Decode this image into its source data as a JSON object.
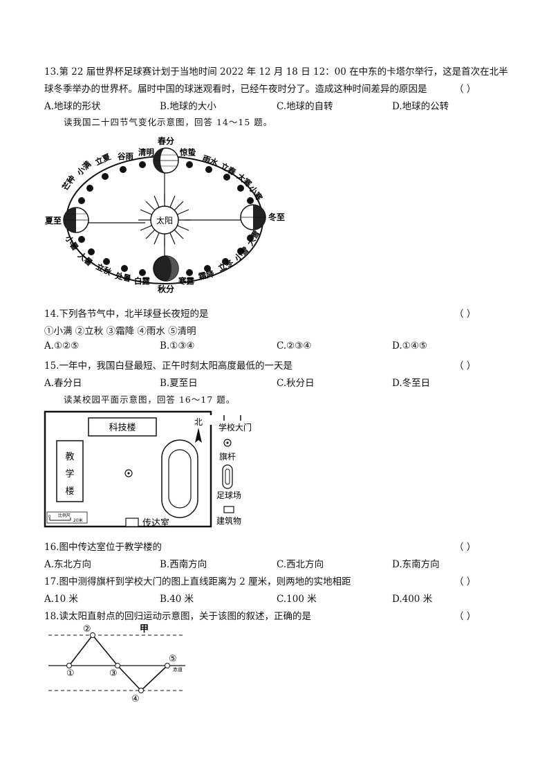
{
  "q13": {
    "line1": "13.第 22 届世界杯足球赛计划于当地时间 2022 年 12 月 18 日 12：00 在中东的卡塔尔举行，这是首次在北半",
    "line2": "球冬季举办的世界杯。届时中国的球迷观看时，已经午夜时分了。造成这种时间差异的原因是",
    "paren": "（      ）",
    "options": [
      "A.地球的形状",
      "B.地球的大小",
      "C.地球的自转",
      "D.地球的公转"
    ]
  },
  "intro1": "读我国二十四节气变化示意图，回答 14～15 题。",
  "solar_terms": {
    "sun": "太阳",
    "spring": "春分",
    "summer": "夏至",
    "autumn": "秋分",
    "winter": "冬至",
    "top_left": [
      "芒种",
      "小满",
      "立夏",
      "谷雨",
      "清明"
    ],
    "top_right": [
      "惊蛰",
      "雨水",
      "立春",
      "大寒",
      "小寒"
    ],
    "bottom_left": [
      "小暑",
      "大暑",
      "立秋",
      "处暑",
      "白露"
    ],
    "bottom_right": [
      "寒露",
      "霜降",
      "立冬",
      "小雪",
      "大雪"
    ]
  },
  "q14": {
    "stem": "14.下列各节气中，北半球昼长夜短的是",
    "paren": "（      ）",
    "items": "①小满  ②立秋  ③霜降  ④雨水  ⑤清明",
    "options": [
      "A.①②⑤",
      "B.①③④",
      "C.②③④",
      "D.①④⑤"
    ]
  },
  "q15": {
    "stem": "15.一年中，我国白昼最短、正午时刻太阳高度最低的一天是",
    "paren": "（      ）",
    "options": [
      "A.春分日",
      "B.夏至日",
      "C.秋分日",
      "D.冬至日"
    ]
  },
  "intro2": "读某校园平面示意图，回答 16～17 题。",
  "campus": {
    "keji": "科技楼",
    "jiao": "教",
    "xue": "学",
    "lou": "楼",
    "chuanda": "传达室",
    "north": "北",
    "gate": "学校大门",
    "flag": "旗杆",
    "field": "足球场",
    "building": "建筑物",
    "scale_label": "比例尺",
    "scale_zero": "0",
    "scale_value": "20米"
  },
  "q16": {
    "stem": "16.图中传达室位于教学楼的",
    "paren": "（      ）",
    "options": [
      "A.东北方向",
      "B.西南方向",
      "C.西北方向",
      "D.东南方向"
    ]
  },
  "q17": {
    "stem": "17.图中测得旗杆到学校大门的图上直线距离为 2 厘米，则两地的实地相距",
    "paren": "（      ）",
    "options": [
      "A.10 米",
      "B.40 米",
      "C.100 米",
      "D.400 米"
    ]
  },
  "q18": {
    "stem": "18.读太阳直射点的回归运动示意图，关于该图的叙述，正确的是",
    "paren": "（      ）"
  },
  "sun_path": {
    "jia": "甲",
    "p1": "①",
    "p2": "②",
    "p3": "③",
    "p4": "④",
    "p5": "⑤",
    "equator": "赤道"
  }
}
